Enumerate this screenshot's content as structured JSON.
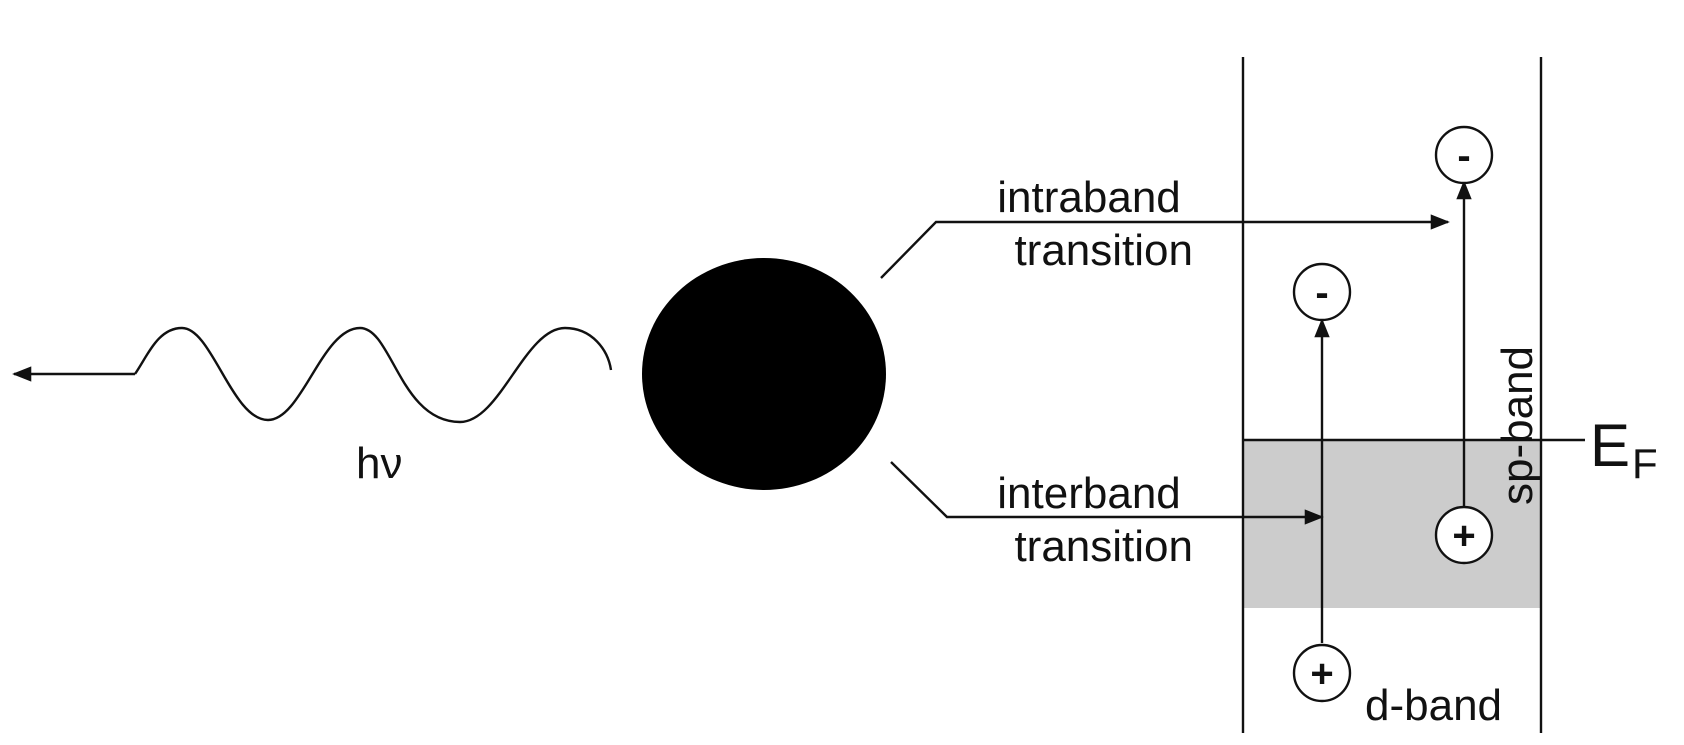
{
  "photon": {
    "label": "hν"
  },
  "transitions": {
    "intraband": [
      "intraband",
      "transition"
    ],
    "interband": [
      "interband",
      "transition"
    ]
  },
  "bands": {
    "sp_band": "sp-band",
    "d_band": "d-band",
    "fermi_symbol": "E",
    "fermi_subscript": "F"
  },
  "charges": {
    "minus": "-",
    "plus": "+"
  },
  "colors": {
    "ink": "#111111",
    "nanoparticle": "#000000",
    "filled_band": "#cccccc"
  }
}
